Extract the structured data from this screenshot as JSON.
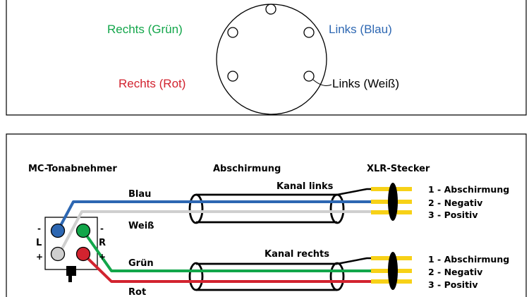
{
  "colors": {
    "blue": "#2d67b2",
    "green": "#12a64a",
    "red": "#d2232f",
    "white_wire": "#cfcfcf",
    "yellow_pin": "#f7d117",
    "black": "#000000"
  },
  "top_panel": {
    "label_rechts_gruen": "Rechts (Grün)",
    "label_links_blau": "Links (Blau)",
    "label_rechts_rot": "Rechts (Rot)",
    "label_links_weiss": "Links (Weiß)"
  },
  "bottom_panel": {
    "heading_tonabnehmer": "MC-Tonabnehmer",
    "heading_abschirmung": "Abschirmung",
    "heading_xlr": "XLR-Stecker",
    "wire_blau": "Blau",
    "wire_weiss": "Weiß",
    "wire_gruen": "Grün",
    "wire_rot": "Rot",
    "kanal_links": "Kanal links",
    "kanal_rechts": "Kanal rechts",
    "cartridge": {
      "left_minus": "-",
      "left_letter": "L",
      "left_plus": "+",
      "right_minus": "-",
      "right_letter": "R",
      "right_plus": "+"
    },
    "xlr_upper": [
      "1 - Abschirmung",
      "2 - Negativ",
      "3 - Positiv"
    ],
    "xlr_lower": [
      "1 - Abschirmung",
      "2 - Negativ",
      "3 - Positiv"
    ]
  }
}
